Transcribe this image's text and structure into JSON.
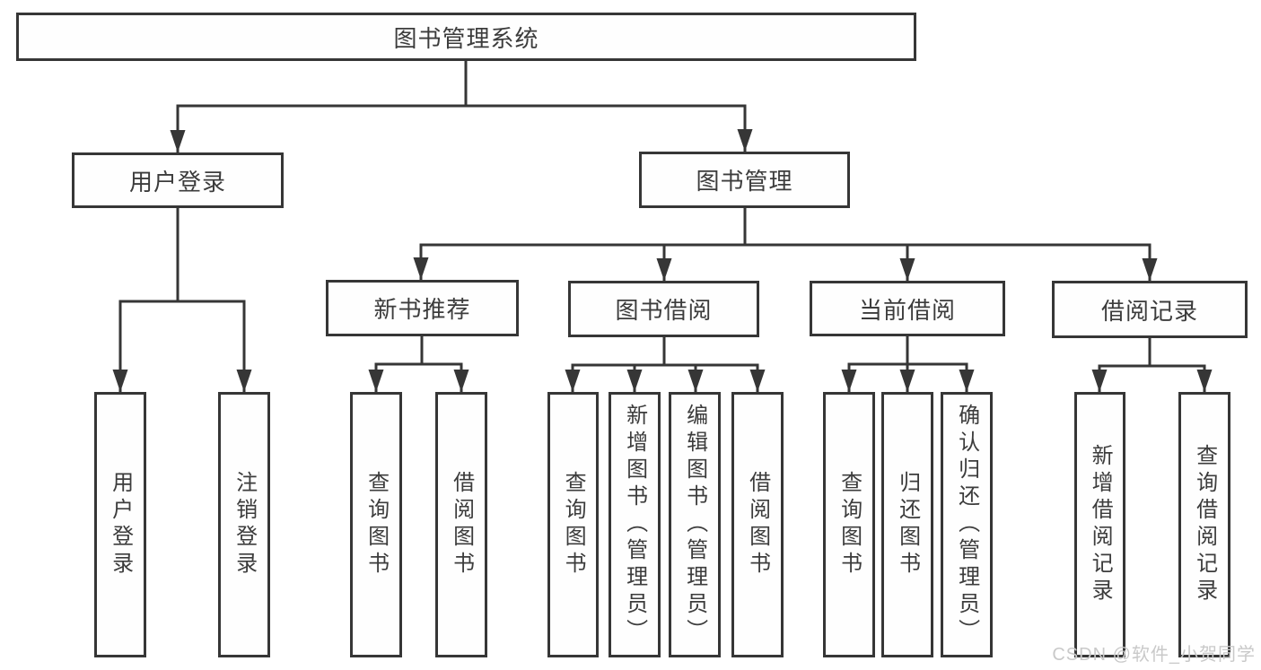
{
  "canvas": {
    "background": "#ffffff",
    "line_color": "#363636",
    "text_color": "#3c3c3c"
  },
  "tree": {
    "root": "图书管理系统",
    "children": [
      {
        "label": "用户登录",
        "children": [
          "用户登录",
          "注销登录"
        ]
      },
      {
        "label": "图书管理",
        "children": [
          {
            "label": "新书推荐",
            "children": [
              "查询图书",
              "借阅图书"
            ]
          },
          {
            "label": "图书借阅",
            "children": [
              "查询图书",
              "新增图书（管理员）",
              "编辑图书（管理员）",
              "借阅图书"
            ]
          },
          {
            "label": "当前借阅",
            "children": [
              "查询图书",
              "归还图书",
              "确认归还（管理员）"
            ]
          },
          {
            "label": "借阅记录",
            "children": [
              "新增借阅记录",
              "查询借阅记录"
            ]
          }
        ]
      }
    ]
  },
  "watermark": {
    "text": "CSDN @软件_小贺同学",
    "color": "#c9c9c9"
  }
}
